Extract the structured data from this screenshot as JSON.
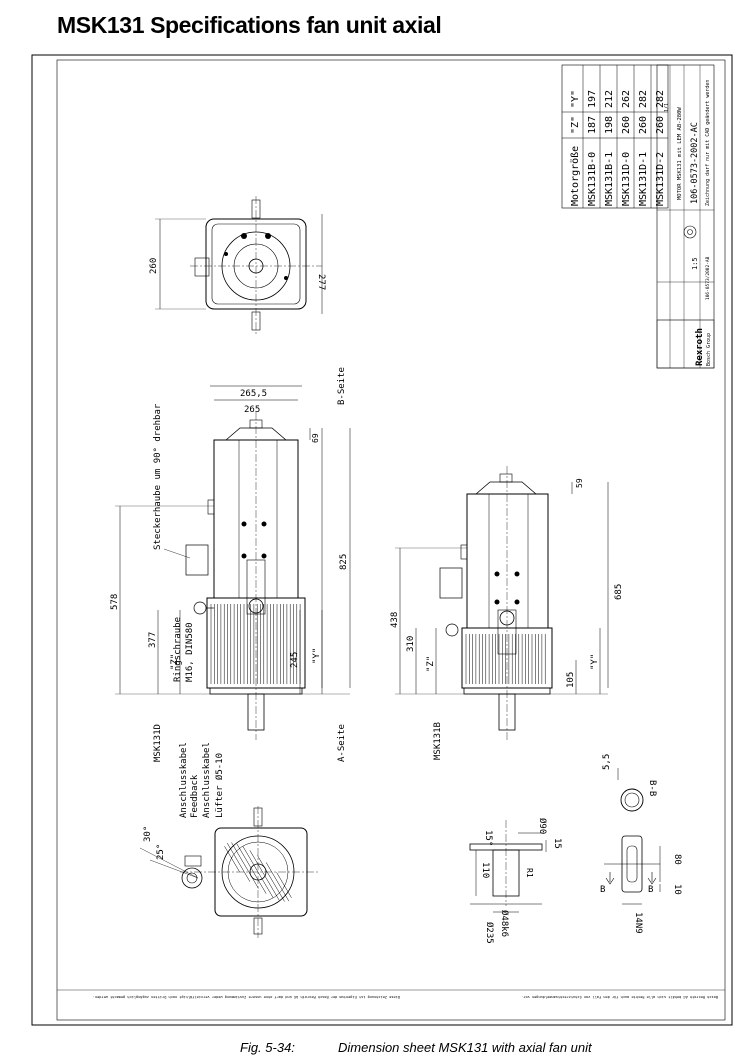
{
  "page": {
    "title": "MSK131 Specifications fan unit axial"
  },
  "caption": {
    "figure": "Fig. 5-34:",
    "text": "Dimension sheet MSK131 with axial fan unit"
  },
  "table": {
    "headers": [
      "Motorgröße",
      "\"Z\"",
      "\"Y\""
    ],
    "rows": [
      [
        "MSK131B-0",
        "187",
        "197"
      ],
      [
        "MSK131B-1",
        "198",
        "212"
      ],
      [
        "MSK131D-0",
        "260",
        "262"
      ],
      [
        "MSK131D-1",
        "260",
        "282"
      ],
      [
        "MSK131D-2",
        "260",
        "282"
      ]
    ]
  },
  "titleblock": {
    "benennung": "MOTOR MSK131 mit LEM AB-280W",
    "number": "106-0573-2002-AC",
    "sheet_no": "106-0573/2002-AB",
    "massstab": "1:5",
    "brand": "Rexroth",
    "brand_sub": "Bosch Group",
    "note": "Zeichnung darf nur mit CAD geändert werden",
    "blatt": "1/1"
  },
  "dims": {
    "top_w": "260",
    "top_h": "277",
    "w1": "265,5",
    "w2": "265",
    "d69": "69",
    "l825": "825",
    "l578": "578",
    "l377": "377",
    "l245": "245",
    "z": "\"Z\"",
    "y": "\"Y\"",
    "l685": "685",
    "d59": "59",
    "l438": "438",
    "l310": "310",
    "l105": "105",
    "d55": "5,5",
    "d10": "10",
    "d110": "110",
    "d15": "15",
    "d80": "80",
    "phi90": "Ø90",
    "phi48": "Ø48k6",
    "phi235": "Ø235",
    "w14": "14N9",
    "r1": "R1",
    "ang15": "15°",
    "ang30": "30°",
    "ang25": "25°"
  },
  "labels": {
    "stecker": "Steckerhaube um 90° drehbar",
    "ring1": "Ringschraube",
    "ring2": "M16, DIN580",
    "model_d": "MSK131D",
    "model_b": "MSK131B",
    "aseite": "A-Seite",
    "bseite": "B-Seite",
    "anschluss1": "Anschlusskabel",
    "anschluss2": "Feedback",
    "anschluss3": "Anschlusskabel",
    "anschluss4": "Lüfter Ø5-10",
    "section": "B-B",
    "bmark": "B"
  },
  "footer": {
    "note_left": "Diese Zeichnung ist Eigentum der Bosch Rexroth AG und darf ohne unsere Zustimmung weder vervielfältigt noch Dritten zugänglich gemacht werden.",
    "note_right": "Bosch Rexroth AG behält sich alle Rechte auch für den Fall von Schutzrechtsanmeldungen vor."
  }
}
